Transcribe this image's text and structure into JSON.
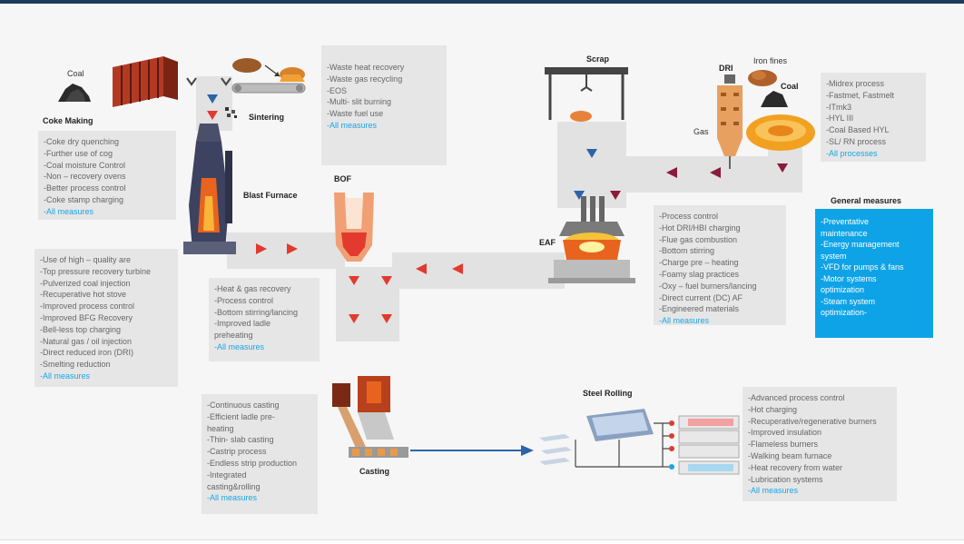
{
  "labels": {
    "coal_left": "Coal",
    "coke_making": "Coke Making",
    "sintering": "Sintering",
    "blast_furnace": "Blast Furnace",
    "bof": "BOF",
    "scrap": "Scrap",
    "dri": "DRI",
    "iron_fines": "Iron fines",
    "coal_right": "Coal",
    "gas": "Gas",
    "eaf": "EAF",
    "casting": "Casting",
    "steel_rolling": "Steel Rolling",
    "general_measures": "General measures"
  },
  "boxes": {
    "coke": {
      "lines": [
        "-Coke dry quenching",
        "-Further use of cog",
        "-Coal moisture Control",
        "-Non – recovery ovens",
        "-Better process control",
        "-Coke stamp charging"
      ],
      "link": "-All measures"
    },
    "sinter": {
      "lines": [
        "-Waste heat recovery",
        "-Waste gas recycling",
        "-EOS",
        "-Multi- slit burning",
        "-Waste fuel use"
      ],
      "link": "-All measures"
    },
    "dri": {
      "lines": [
        "-Midrex process",
        "-Fastmet, Fastmelt",
        "-ITmk3",
        "-HYL III",
        "-Coal Based HYL",
        "-SL/ RN process"
      ],
      "link": "-All processes"
    },
    "blast": {
      "lines": [
        "-Use of high – quality are",
        "-Top pressure recovery turbine",
        "-Pulverized coal injection",
        "-Recuperative hot stove",
        "-Improved process control",
        "-Improved BFG Recovery",
        "-Bell-less top charging",
        "-Natural gas / oil injection",
        "-Direct reduced iron (DRI)",
        "-Smelting reduction"
      ],
      "link": "-All measures"
    },
    "bof": {
      "lines": [
        "-Heat & gas recovery",
        "-Process control",
        "-Bottom stirring/lancing",
        "-Improved ladle",
        "preheating"
      ],
      "link": "-All measures"
    },
    "eaf": {
      "lines": [
        "-Process control",
        "-Hot DRI/HBI charging",
        "-Flue gas combustion",
        "-Bottom stirring",
        "-Charge pre – heating",
        "-Foamy slag practices",
        "-Oxy – fuel burners/lancing",
        "-Direct current (DC) AF",
        "-Engineered materials"
      ],
      "link": "-All measures"
    },
    "casting": {
      "lines": [
        "-Continuous casting",
        "-Efficient ladle pre-",
        "heating",
        "-Thin- slab casting",
        "-Castrip process",
        "-Endless strip production",
        "-Integrated",
        "casting&rolling"
      ],
      "link": "-All measures"
    },
    "rolling": {
      "lines": [
        "-Advanced process control",
        "-Hot charging",
        "-Recuperative/regenerative burners",
        "-Improved insulation",
        "-Flameless burners",
        "-Walking beam furnace",
        "-Heat recovery from water",
        "-Lubrication systems"
      ],
      "link": "-All measures"
    },
    "general": {
      "lines": [
        "-Preventative",
        "maintenance",
        "-Energy management",
        "system",
        "-VFD for pumps & fans",
        "-Motor systems",
        "optimization",
        "-Steam system",
        "optimization-"
      ]
    }
  },
  "colors": {
    "accent_blue": "#0ea3e6",
    "link_blue": "#18a6e6",
    "arrow_red": "#e23a2e",
    "arrow_blue": "#2d64a8",
    "arrow_maroon": "#8a1b3a",
    "box_grey": "#e6e6e6"
  }
}
